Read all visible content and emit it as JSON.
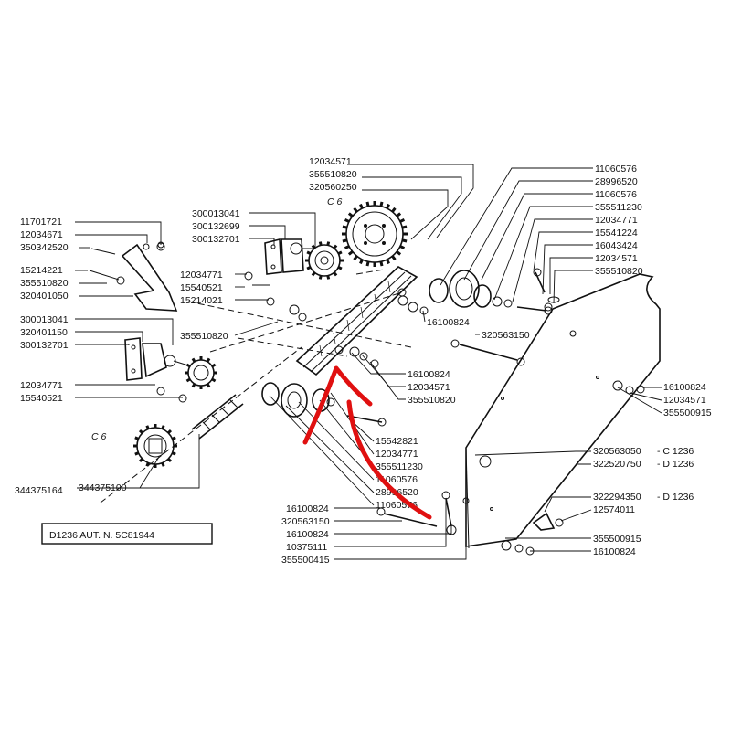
{
  "caption": "D1236  AUT. N. 5C81944",
  "section_marks": {
    "upper": "C 6",
    "lower": "C 6"
  },
  "labels": {
    "p12034571_top": "12034571",
    "p355510820_top": "355510820",
    "p320560250": "320560250",
    "p11060576_a": "11060576",
    "p28996520_a": "28996520",
    "p11060576_b": "11060576",
    "p355511230_a": "355511230",
    "p12034771_r": "12034771",
    "p15541224": "15541224",
    "p16043424": "16043424",
    "p12034571_r": "12034571",
    "p355510820_r": "355510820",
    "p11701721": "11701721",
    "p12034671": "12034671",
    "p350342520": "350342520",
    "p15214221": "15214221",
    "p355510820_l": "355510820",
    "p320401050": "320401050",
    "p300013041_t": "300013041",
    "p300132699": "300132699",
    "p300132701_t": "300132701",
    "p12034771_m": "12034771",
    "p15540521_m": "15540521",
    "p15214021": "15214021",
    "p355510820_m": "355510820",
    "p300013041_l": "300013041",
    "p320401150": "320401150",
    "p300132701_l": "300132701",
    "p12034771_l": "12034771",
    "p15540521_l": "15540521",
    "p16100824_c": "16100824",
    "p320563150_c": "320563150",
    "p16100824_m": "16100824",
    "p12034571_m": "12034571",
    "p355510820_c": "355510820",
    "p16100824_r": "16100824",
    "p12034571_r2": "12034571",
    "p355500915_r": "355500915",
    "p15542821": "15542821",
    "p12034771_b": "12034771",
    "p355511230_b": "355511230",
    "p11060576_c": "11060576",
    "p28996520_b": "28996520",
    "p11060576_d": "11060576",
    "p320563050": "320563050",
    "p322520750": "322520750",
    "suffix_c": "- C 1236",
    "suffix_d": "- D 1236",
    "p322294350": "322294350",
    "suffix_d2": "- D 1236",
    "p12574011": "12574011",
    "p344375164": "344375164",
    "p344375100": "344375100",
    "p16100824_b1": "16100824",
    "p320563150_b": "320563150",
    "p16100824_b2": "16100824",
    "p10375111": "10375111",
    "p355500415": "355500415",
    "p355500915_b": "355500915",
    "p16100824_b3": "16100824"
  },
  "colors": {
    "line": "#111111",
    "arrow": "#e01010",
    "background": "#ffffff"
  }
}
